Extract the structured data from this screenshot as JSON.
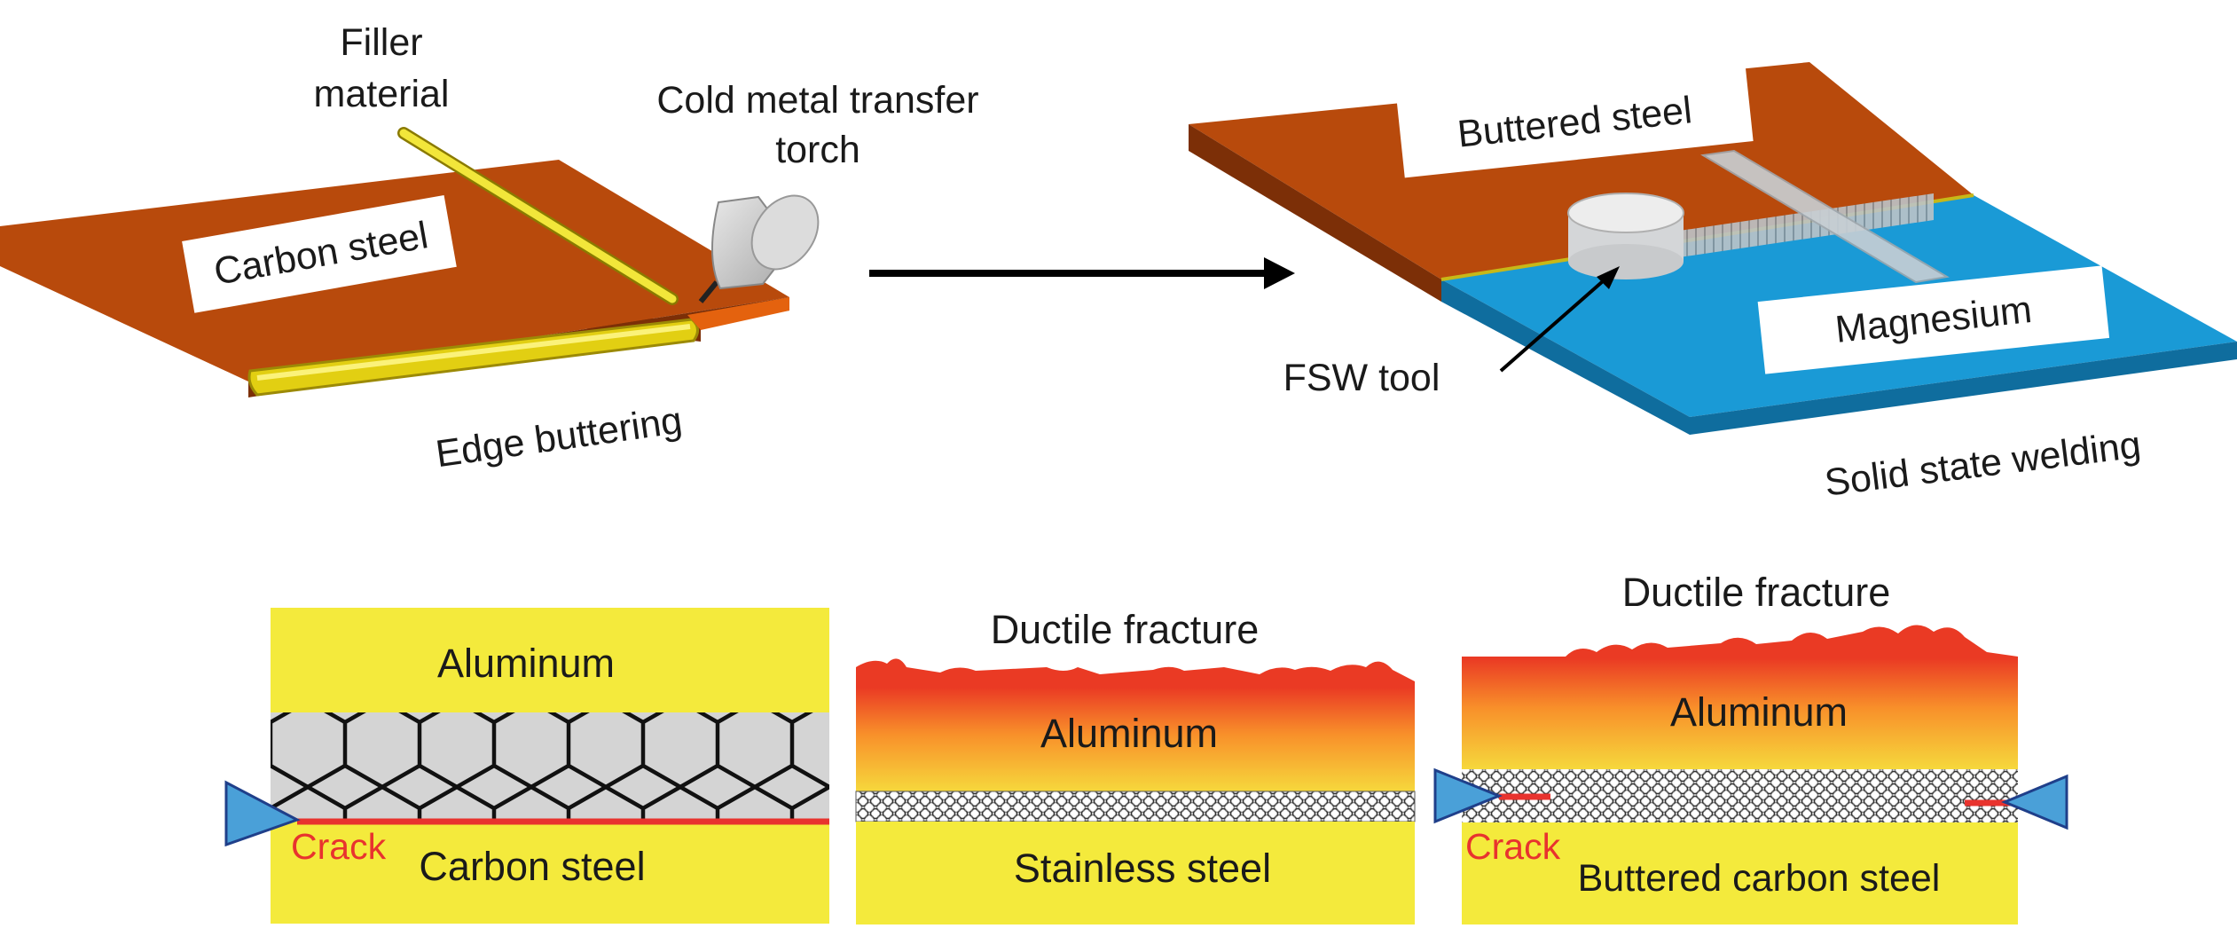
{
  "top_left": {
    "filler_label_line1": "Filler",
    "filler_label_line2": "material",
    "torch_label_line1": "Cold metal transfer",
    "torch_label_line2": "torch",
    "plate_label": "Carbon steel",
    "edge_label": "Edge buttering"
  },
  "top_right": {
    "buttered_label": "Buttered steel",
    "magnesium_label": "Magnesium",
    "tool_label": "FSW tool",
    "process_label": "Solid state welding"
  },
  "panel1": {
    "top_label": "Aluminum",
    "bottom_label": "Carbon steel",
    "crack_label": "Crack"
  },
  "panel2": {
    "fracture_label": "Ductile fracture",
    "top_label": "Aluminum",
    "bottom_label": "Stainless steel"
  },
  "panel3": {
    "fracture_label": "Ductile fracture",
    "top_label": "Aluminum",
    "bottom_label": "Buttered carbon steel",
    "crack_label": "Crack"
  },
  "colors": {
    "carbon_steel_plate": "#b84a0c",
    "magnesium_plate": "#1a9ad6",
    "filler": "#f2e63a",
    "yellow_layer": "#f4ea3c",
    "crack": "#e8332e",
    "wedge": "#4aa0d8"
  }
}
